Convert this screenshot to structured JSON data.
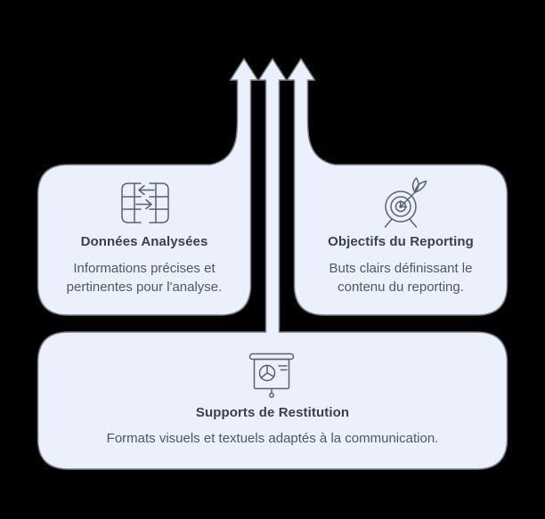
{
  "diagram_type": "funnel-to-arrows infographic",
  "colors": {
    "background": "#000000",
    "shape_fill": "#ebf0fc",
    "shape_stroke": "#767b85",
    "icon_stroke": "#5a616c",
    "title_color": "#3a414d",
    "desc_color": "#4e5763"
  },
  "arrows": {
    "count": 3,
    "direction": "up"
  },
  "cards": [
    {
      "position": "top-left",
      "icon": "data-transfer-icon",
      "title": "Données Analysées",
      "description": "Informations précises et\npertinentes pour l'analyse."
    },
    {
      "position": "top-right",
      "icon": "target-icon",
      "title": "Objectifs du Reporting",
      "description": "Buts clairs définissant le\ncontenu du reporting."
    },
    {
      "position": "bottom",
      "icon": "presentation-chart-icon",
      "title": "Supports de Restitution",
      "description": "Formats visuels et textuels adaptés à la communication."
    }
  ]
}
